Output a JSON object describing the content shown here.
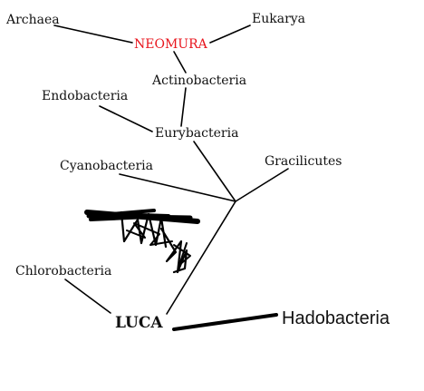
{
  "tree": {
    "nodes": {
      "archaea": "Archaea",
      "eukarya": "Eukarya",
      "neomura": "NEOMURA",
      "actinobacteria": "Actinobacteria",
      "endobacteria": "Endobacteria",
      "eurybacteria": "Eurybacteria",
      "cyanobacteria": "Cyanobacteria",
      "gracilicutes": "Gracilicutes",
      "chlorobacteria": "Chlorobacteria",
      "luca": "LUCA",
      "hadobacteria": "Hadobacteria"
    },
    "colors": {
      "highlight": "#e8141c",
      "line": "#000000"
    }
  }
}
